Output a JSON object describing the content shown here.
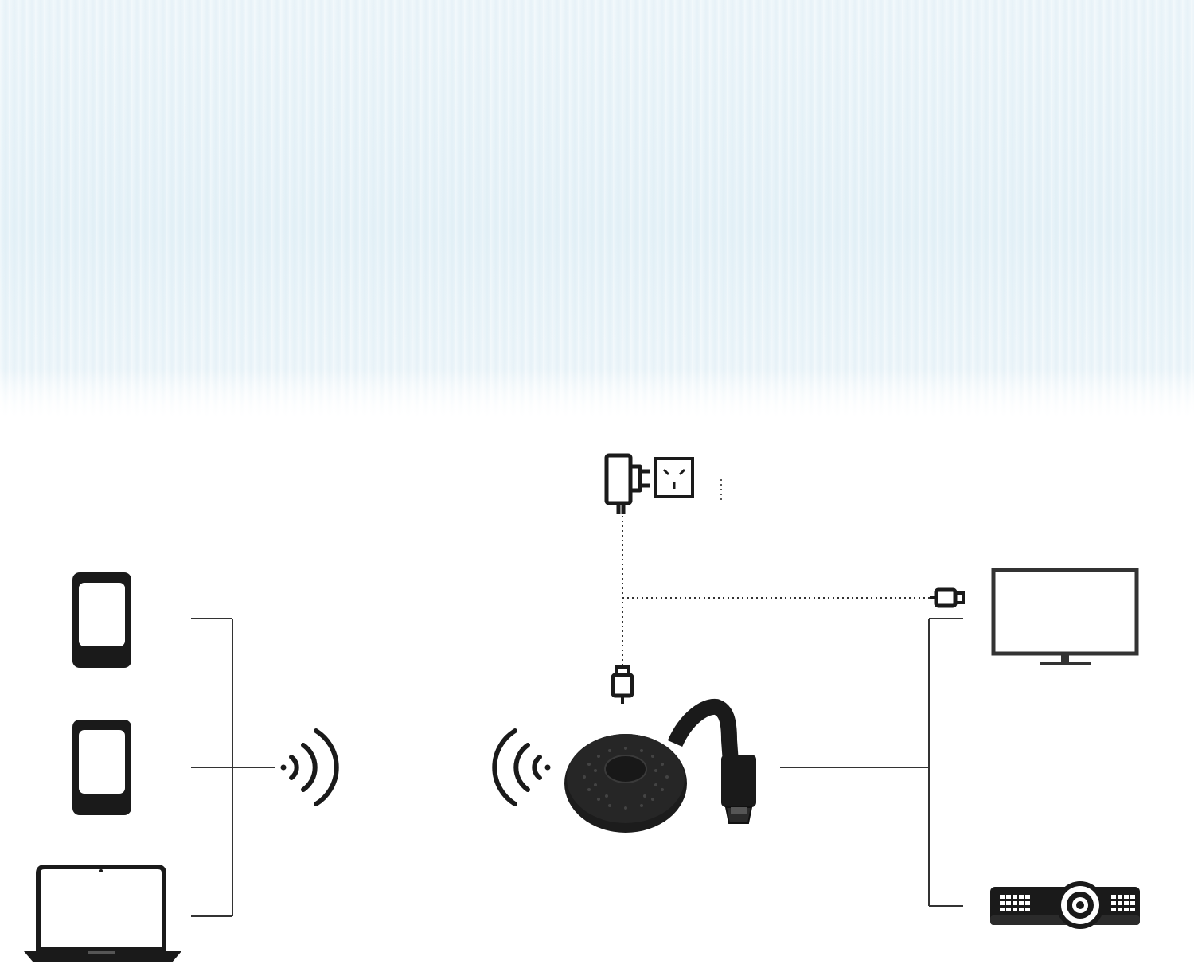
{
  "diagram": {
    "banner": {
      "color_top": "#eef6fa",
      "color_mid": "#e6f2f8"
    },
    "colors": {
      "ink": "#1a1a1a",
      "line": "#333333",
      "screen": "#ffffff"
    },
    "sources": [
      {
        "id": "phone",
        "icon": "smartphone-icon"
      },
      {
        "id": "tablet",
        "icon": "tablet-icon"
      },
      {
        "id": "laptop",
        "icon": "laptop-icon"
      }
    ],
    "wireless": {
      "icon": "wifi-signal-icon"
    },
    "receiver": {
      "icon": "wireless-display-dongle-icon"
    },
    "power": {
      "adapter_icon": "power-adapter-icon",
      "outlet_icon": "wall-outlet-icon",
      "connector_icon": "usb-connector-icon"
    },
    "outputs": [
      {
        "id": "tv",
        "icon": "monitor-icon"
      },
      {
        "id": "projector",
        "icon": "projector-icon"
      }
    ]
  }
}
